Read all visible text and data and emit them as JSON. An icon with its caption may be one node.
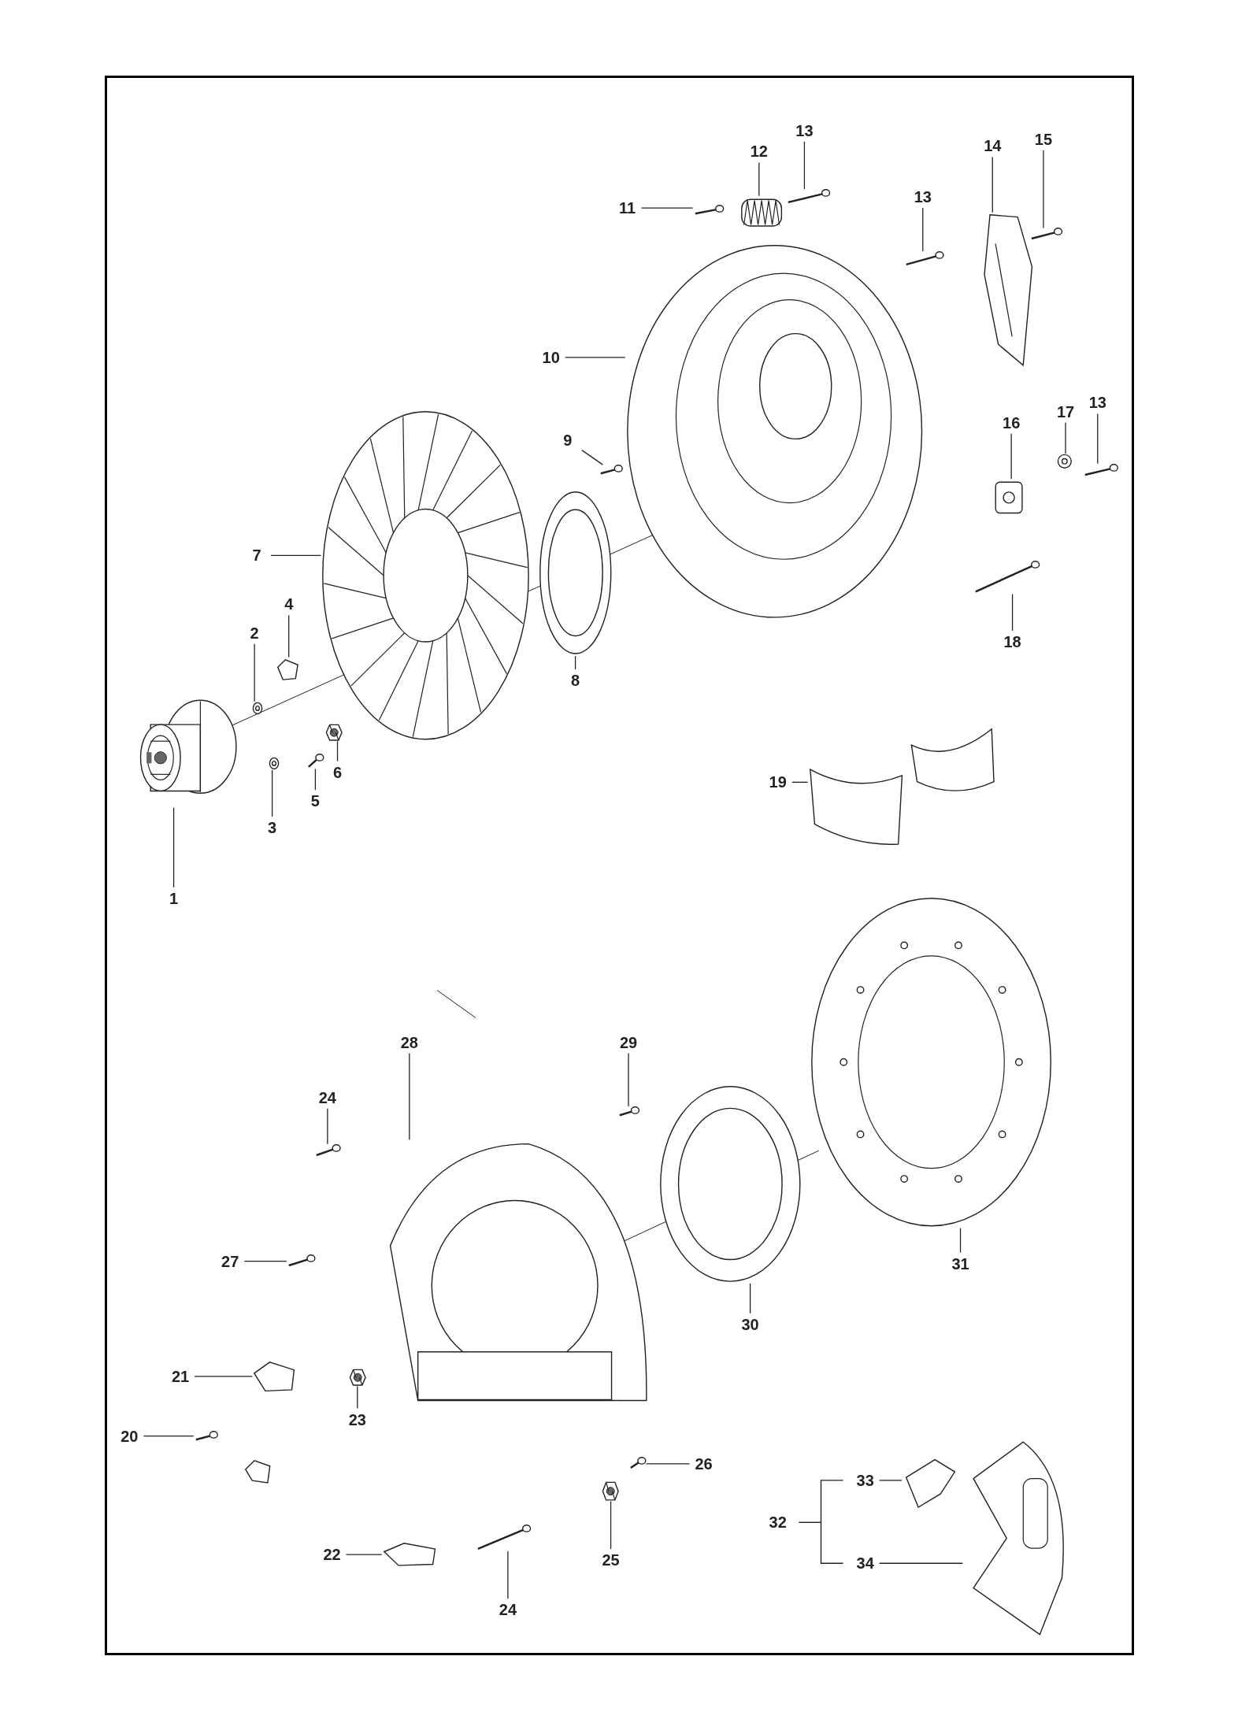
{
  "diagram": {
    "nodes": [
      {
        "text": [
          "11"
        ]
      },
      {
        "text": [
          "12"
        ]
      },
      {
        "text": [
          "13"
        ]
      },
      {
        "text": [
          "14"
        ]
      },
      {
        "text": [
          "15"
        ]
      },
      {
        "text": [
          "13"
        ]
      },
      {
        "text": [
          "10"
        ]
      },
      {
        "text": [
          "16"
        ]
      },
      {
        "text": [
          "17"
        ]
      },
      {
        "text": [
          "13"
        ]
      },
      {
        "text": [
          "9"
        ]
      },
      {
        "text": [
          "7"
        ]
      },
      {
        "text": [
          "4"
        ]
      },
      {
        "text": [
          "2"
        ]
      },
      {
        "text": [
          "18"
        ]
      },
      {
        "text": [
          "8"
        ]
      },
      {
        "text": [
          "6"
        ]
      },
      {
        "text": [
          "19"
        ]
      },
      {
        "text": [
          "5"
        ]
      },
      {
        "text": [
          "3"
        ]
      },
      {
        "text": [
          "1"
        ]
      },
      {
        "text": [
          "28"
        ]
      },
      {
        "text": [
          "29"
        ]
      },
      {
        "text": [
          "24"
        ]
      },
      {
        "text": [
          "27"
        ]
      },
      {
        "text": [
          "31"
        ]
      },
      {
        "text": [
          "30"
        ]
      },
      {
        "text": [
          "21"
        ]
      },
      {
        "text": [
          "23"
        ]
      },
      {
        "text": [
          "20"
        ]
      },
      {
        "text": [
          "26"
        ]
      },
      {
        "text": [
          "33"
        ]
      },
      {
        "text": [
          "22"
        ]
      },
      {
        "text": [
          "25"
        ]
      },
      {
        "text": [
          "34"
        ]
      },
      {
        "text": [
          "24"
        ]
      },
      {
        "text": [],
        "shape": "picture"
      },
      {
        "text": [],
        "shape": "picture"
      },
      {
        "text": [],
        "shape": "picture"
      },
      {
        "text": [],
        "shape": "picture"
      },
      {
        "text": [],
        "shape": "picture"
      },
      {
        "text": [],
        "shape": "picture"
      },
      {
        "text": [],
        "shape": "picture"
      },
      {
        "text": [],
        "shape": "picture"
      },
      {
        "text": [],
        "shape": "picture"
      },
      {
        "text": [],
        "shape": "picture"
      },
      {
        "text": [],
        "shape": "picture"
      },
      {
        "text": [],
        "shape": "picture"
      },
      {
        "text": [],
        "shape": "picture"
      },
      {
        "text": [],
        "shape": "picture"
      },
      {
        "text": [],
        "shape": "picture"
      },
      {
        "text": [],
        "shape": "picture"
      },
      {
        "text": [],
        "shape": "picture"
      },
      {
        "text": [],
        "shape": "picture"
      },
      {
        "text": [],
        "shape": "picture"
      },
      {
        "text": [],
        "shape": "picture"
      },
      {
        "text": [],
        "shape": "picture"
      },
      {
        "text": [],
        "shape": "picture"
      },
      {
        "text": [],
        "shape": "picture"
      },
      {
        "text": [],
        "shape": "picture"
      },
      {
        "text": [],
        "shape": "picture"
      },
      {
        "text": [],
        "shape": "picture"
      },
      {
        "text": [],
        "shape": "picture"
      },
      {
        "text": [],
        "shape": "picture"
      },
      {
        "text": [],
        "shape": "picture"
      },
      {
        "text": [],
        "shape": "picture"
      },
      {
        "text": [],
        "shape": "picture"
      },
      {
        "text": [],
        "shape": "picture"
      },
      {
        "text": [],
        "shape": "picture"
      },
      {
        "text": [],
        "shape": "picture"
      },
      {
        "text": [],
        "shape": "picture"
      },
      {
        "text": [],
        "shape": "picture"
      }
    ],
    "edges": [
      {
        "from": 0,
        "to": 36,
        "arrow": "none"
      },
      {
        "from": 1,
        "to": 37,
        "arrow": "none"
      },
      {
        "from": 2,
        "to": 38,
        "arrow": "none"
      },
      {
        "from": 3,
        "to": 39,
        "arrow": "none"
      },
      {
        "from": 4,
        "to": 40,
        "arrow": "none"
      },
      {
        "from": 5,
        "to": 41,
        "arrow": "none"
      },
      {
        "from": 6,
        "to": 42,
        "arrow": "none"
      },
      {
        "from": 7,
        "to": 43,
        "arrow": "none"
      },
      {
        "from": 8,
        "to": 44,
        "arrow": "none"
      },
      {
        "from": 9,
        "to": 45,
        "arrow": "none"
      },
      {
        "from": 10,
        "to": 46,
        "arrow": "none"
      },
      {
        "from": 11,
        "to": 47,
        "arrow": "none"
      },
      {
        "from": 12,
        "to": 48,
        "arrow": "none"
      },
      {
        "from": 13,
        "to": 49,
        "arrow": "none"
      },
      {
        "from": 14,
        "to": 50,
        "arrow": "none"
      },
      {
        "from": 15,
        "to": 51,
        "arrow": "none"
      },
      {
        "from": 16,
        "to": 52,
        "arrow": "none"
      },
      {
        "from": 17,
        "to": 53,
        "arrow": "none"
      },
      {
        "from": 18,
        "to": 54,
        "arrow": "none"
      },
      {
        "from": 19,
        "to": 55,
        "arrow": "none"
      },
      {
        "from": 20,
        "to": 56,
        "arrow": "none"
      },
      {
        "from": 21,
        "to": 57,
        "arrow": "none"
      },
      {
        "from": 22,
        "to": 58,
        "arrow": "none"
      },
      {
        "from": 23,
        "to": 59,
        "arrow": "none"
      },
      {
        "from": 24,
        "to": 60,
        "arrow": "none"
      },
      {
        "from": 25,
        "to": 61,
        "arrow": "none"
      },
      {
        "from": 26,
        "to": 62,
        "arrow": "none"
      },
      {
        "from": 27,
        "to": 63,
        "arrow": "none"
      },
      {
        "from": 28,
        "to": 64,
        "arrow": "none"
      },
      {
        "from": 29,
        "to": 65,
        "arrow": "none"
      },
      {
        "from": 30,
        "to": 66,
        "arrow": "none"
      },
      {
        "from": 31,
        "to": 67,
        "arrow": "none"
      },
      {
        "from": 32,
        "to": 68,
        "arrow": "none"
      },
      {
        "from": 33,
        "to": 69,
        "arrow": "none"
      },
      {
        "from": 34,
        "to": 70,
        "arrow": "none"
      },
      {
        "from": 35,
        "to": 71,
        "arrow": "none"
      }
    ],
    "labels": [
      "32"
    ]
  }
}
